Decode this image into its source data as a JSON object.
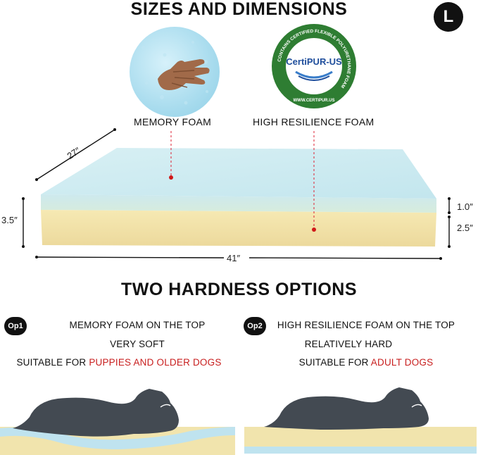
{
  "header": {
    "title": "SIZES AND DIMENSIONS",
    "size_badge": "L"
  },
  "foam_labels": {
    "memory": "MEMORY FOAM",
    "high_resilience": "HIGH RESILIENCE FOAM"
  },
  "certification": {
    "logo_text": "CertiPUR-US",
    "ring_text": "CONTAINS CERTIFIED FLEXIBLE POLYURETHANE FOAM",
    "url_text": "WWW.CERTIPUR.US"
  },
  "dimensions": {
    "depth": "27″",
    "total_height": "3.5″",
    "width": "41″",
    "top_layer": "1.0″",
    "bottom_layer": "2.5″"
  },
  "section2": {
    "title": "TWO HARDNESS OPTIONS"
  },
  "options": [
    {
      "badge": "Op1",
      "line1": "MEMORY FOAM ON THE TOP",
      "line2": "VERY SOFT",
      "line3_prefix": "SUITABLE FOR ",
      "line3_highlight": "PUPPIES AND OLDER DOGS"
    },
    {
      "badge": "Op2",
      "line1": "HIGH RESILIENCE FOAM ON THE TOP",
      "line2": "RELATIVELY HARD",
      "line3_prefix": "SUITABLE FOR ",
      "line3_highlight": "ADULT DOGS"
    }
  ],
  "colors": {
    "memory_foam": "#c9e8ef",
    "support_foam": "#f1e4ad",
    "highlight_red": "#c81e1e",
    "badge_green": "#2e7d32",
    "dog": "#434a52"
  }
}
